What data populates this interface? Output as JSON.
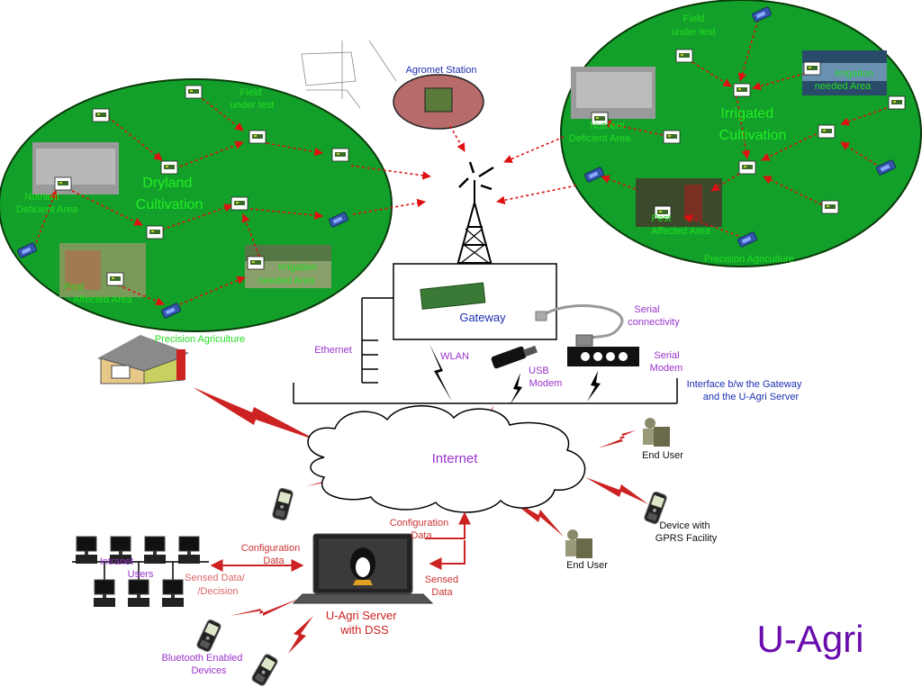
{
  "dryland": {
    "field_label": [
      "Field",
      "under test"
    ],
    "title": [
      "Dryland",
      "Cultivation"
    ],
    "nutrient_label": [
      "Nutrient",
      "Deficient Area"
    ],
    "pest_label": [
      "Pest",
      "Affected Area"
    ],
    "irrigation_label": [
      "Irrigation",
      "needed Area"
    ],
    "precision_label": "Precision Agriculture"
  },
  "irrigated": {
    "field_label": [
      "Field",
      "under test"
    ],
    "title": [
      "Irrigated",
      "Cultivation"
    ],
    "nutrient_label": [
      "Nutrient",
      "Deficient Area"
    ],
    "pest_label": [
      "Pest",
      "Affected Area"
    ],
    "irrigation_label": [
      "Irrigation",
      "needed Area"
    ],
    "precision_label": "Precision Agriculture"
  },
  "agromet": {
    "label": "Agromet Station"
  },
  "gateway": {
    "label": "Gateway"
  },
  "links": {
    "ethernet": "Ethernet",
    "wlan": "WLAN",
    "usb_modem": [
      "USB",
      "Modem"
    ],
    "serial_modem": [
      "Serial",
      "Modem"
    ],
    "serial_connectivity": [
      "Serial",
      "connectivity"
    ],
    "interface": [
      "Interface b/w the Gateway",
      "and the U-Agri Server"
    ]
  },
  "internet": {
    "label": "Internet"
  },
  "end_user_1": "End User",
  "end_user_2": "End User",
  "gprs": [
    "Device with",
    "GPRS Facility"
  ],
  "server": {
    "label": [
      "U-Agri Server",
      "with DSS"
    ]
  },
  "intranet": {
    "label": [
      "Intranet",
      "Users"
    ]
  },
  "flows": {
    "config_top": [
      "Configuration",
      "Data"
    ],
    "config_left": [
      "Configuration",
      "Data"
    ],
    "sensed_left": [
      "Sensed Data/",
      "/Decision"
    ],
    "sensed_right": [
      "Sensed",
      "Data"
    ]
  },
  "bluetooth": [
    "Bluetooth Enabled",
    "Devices"
  ],
  "brand": "U-Agri",
  "colors": {
    "field_green": "#12a02a",
    "arrow_red": "#dd1111",
    "brand_purple": "#6a0dad",
    "server_red": "#cc2222"
  }
}
